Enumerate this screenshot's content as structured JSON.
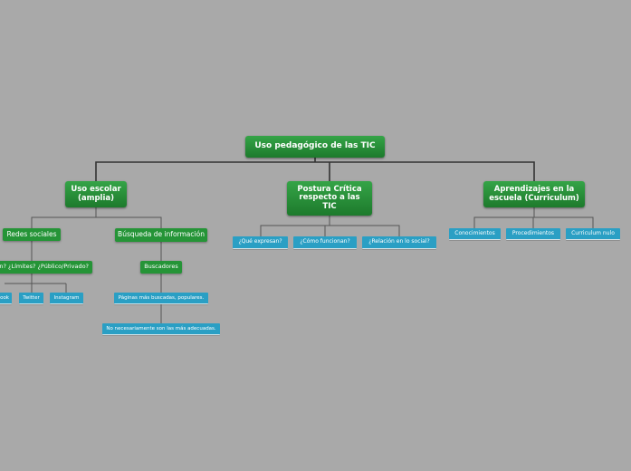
{
  "map": {
    "root": "Uso pedagógico de las TIC",
    "branches": [
      {
        "title": "Uso escolar (amplia)",
        "children": [
          {
            "title": "Redes sociales",
            "children": [
              {
                "title": "¿Seguridad? ¿Qué se sube? ¿Con quién? ¿Límites? ¿Público/Privado?",
                "visible_text": "n? ¿Límites? ¿Público/Privado?",
                "children": [
                  "Facebook",
                  "Twitter",
                  "Instagram"
                ]
              }
            ]
          },
          {
            "title": "Búsqueda de información",
            "children": [
              {
                "title": "Buscadores",
                "children": [
                  {
                    "title": "Páginas más buscadas, populares.",
                    "children": [
                      "No necesariamente son las más adecuadas."
                    ]
                  }
                ]
              }
            ]
          }
        ]
      },
      {
        "title": "Postura Crítica respecto a las TIC",
        "children": [
          "¿Qué expresan?",
          "¿Cómo funcionan?",
          "¿Relación en lo social?"
        ]
      },
      {
        "title": "Aprendizajes en la escuela (Curriculum)",
        "children": [
          "Conocimientos",
          "Procedimientos",
          "Curriculum nulo"
        ]
      }
    ]
  },
  "visible_leaf_text": {
    "facebook_fragment": "ook"
  },
  "colors": {
    "background": "#a9a9a9",
    "main_topic": "#1d7a2c",
    "subtopic": "#259437",
    "leaf": "#2a9fc4",
    "connector": "#3a3a3a"
  }
}
